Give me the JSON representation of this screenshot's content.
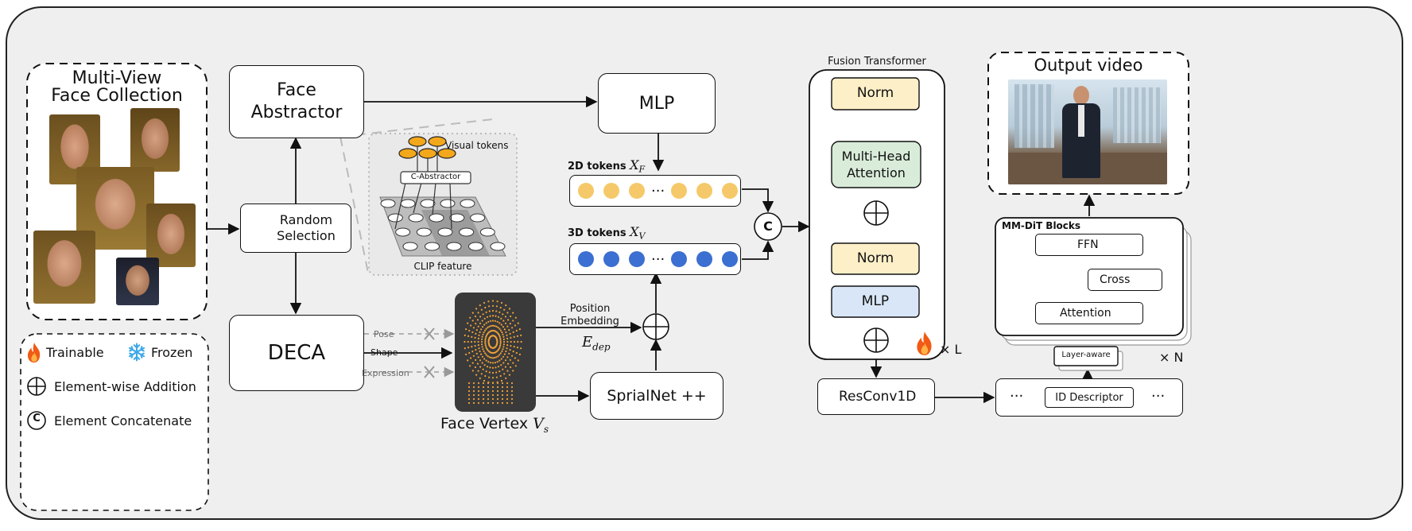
{
  "collection": {
    "title_line1": "Multi-View",
    "title_line2": "Face Collection"
  },
  "random_selection": {
    "line1": "Random",
    "line2": "Selection"
  },
  "face_abstractor": {
    "line1": "Face",
    "line2": "Abstractor"
  },
  "clip_inset": {
    "visual_tokens": "Visual tokens",
    "c_abstractor": "C-Abstractor",
    "clip_feature": "CLIP feature"
  },
  "deca": {
    "label": "DECA",
    "pose": "Pose",
    "shape": "Shape",
    "expression": "Expression"
  },
  "face_vertex": {
    "label": "Face Vertex",
    "symbol": "V",
    "subscript": "s"
  },
  "position_embedding": {
    "line1": "Position",
    "line2": "Embedding",
    "symbol": "E",
    "subscript": "dep"
  },
  "spiralnet": {
    "label": "SprialNet ++"
  },
  "mlp_top": {
    "label": "MLP"
  },
  "tokens_2d": {
    "label": "2D tokens",
    "symbol": "X",
    "subscript": "F",
    "ellipsis": "···",
    "color": "#f5c969"
  },
  "tokens_3d": {
    "label": "3D tokens",
    "symbol": "X",
    "subscript": "V",
    "ellipsis": "···",
    "color": "#3b6fd1"
  },
  "concat_symbol": "C",
  "fusion": {
    "title": "Fusion Transformer",
    "norm1": "Norm",
    "mha_line1": "Multi-Head",
    "mha_line2": "Attention",
    "norm2": "Norm",
    "mlp": "MLP",
    "repeat": "× L"
  },
  "resconv": {
    "label": "ResConv1D"
  },
  "id_row": {
    "left_dots": "···",
    "descriptor": "ID Descriptor",
    "right_dots": "···"
  },
  "mmdit": {
    "title": "MM-DiT Blocks",
    "ffn": "FFN",
    "cross": "Cross",
    "attention": "Attention",
    "layer_aware": "Layer-aware",
    "repeat": "× N"
  },
  "output": {
    "title": "Output video"
  },
  "legend": {
    "trainable": "Trainable",
    "frozen": "Frozen",
    "addition": "Element-wise Addition",
    "concat": "Element Concatenate",
    "concat_symbol": "C"
  },
  "colors": {
    "norm_fill": "#fdefc8",
    "attention_fill": "#d9ecd9",
    "mlp_fill": "#d9e6f7",
    "fire": "#f05a14",
    "snow": "#3fa9e8"
  },
  "icons": {
    "trainable": "fire-icon",
    "frozen": "snowflake-icon",
    "random": "dice-icon"
  }
}
